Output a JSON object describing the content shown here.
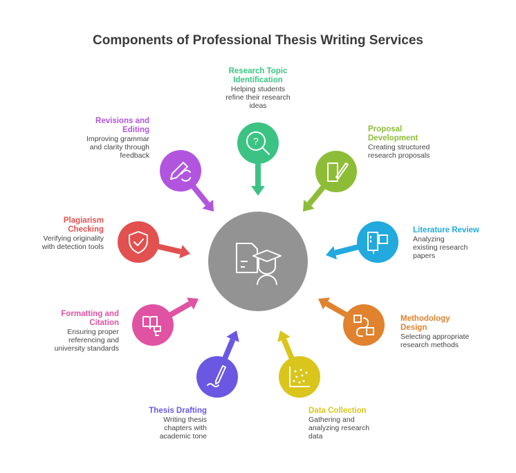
{
  "title": "Components of Professional Thesis Writing Services",
  "center": {
    "icon": "thesis-graduate-icon",
    "color": "#939393"
  },
  "items": [
    {
      "key": "research",
      "title": "Research Topic Identification",
      "desc": "Helping students refine their research ideas",
      "color": "#3cc384",
      "icon": "head-question-magnifier-icon"
    },
    {
      "key": "proposal",
      "title": "Proposal Development",
      "desc": "Creating structured research proposals",
      "color": "#8dbd36",
      "icon": "document-pen-icon"
    },
    {
      "key": "literature",
      "title": "Literature Review",
      "desc": "Analyzing existing research papers",
      "color": "#22a9dd",
      "icon": "books-icon"
    },
    {
      "key": "methodology",
      "title": "Methodology Design",
      "desc": "Selecting appropriate research methods",
      "color": "#e0822e",
      "icon": "process-flow-icon"
    },
    {
      "key": "data",
      "title": "Data Collection",
      "desc": "Gathering and analyzing research data",
      "color": "#d9c51c",
      "icon": "scatter-plot-icon"
    },
    {
      "key": "drafting",
      "title": "Thesis Drafting",
      "desc": "Writing thesis chapters with academic tone",
      "color": "#6a58e2",
      "icon": "pen-signature-icon"
    },
    {
      "key": "formatting",
      "title": "Formatting and Citation",
      "desc": "Ensuring proper referencing and university standards",
      "color": "#e052a2",
      "icon": "book-quote-icon"
    },
    {
      "key": "plagiarism",
      "title": "Plagiarism Checking",
      "desc": "Verifying originality with detection tools",
      "color": "#e2504f",
      "icon": "shield-check-icon"
    },
    {
      "key": "revisions",
      "title": "Revisions and Editing",
      "desc": "Improving grammar and clarity through feedback",
      "color": "#b155df",
      "icon": "pencil-refresh-icon"
    }
  ]
}
